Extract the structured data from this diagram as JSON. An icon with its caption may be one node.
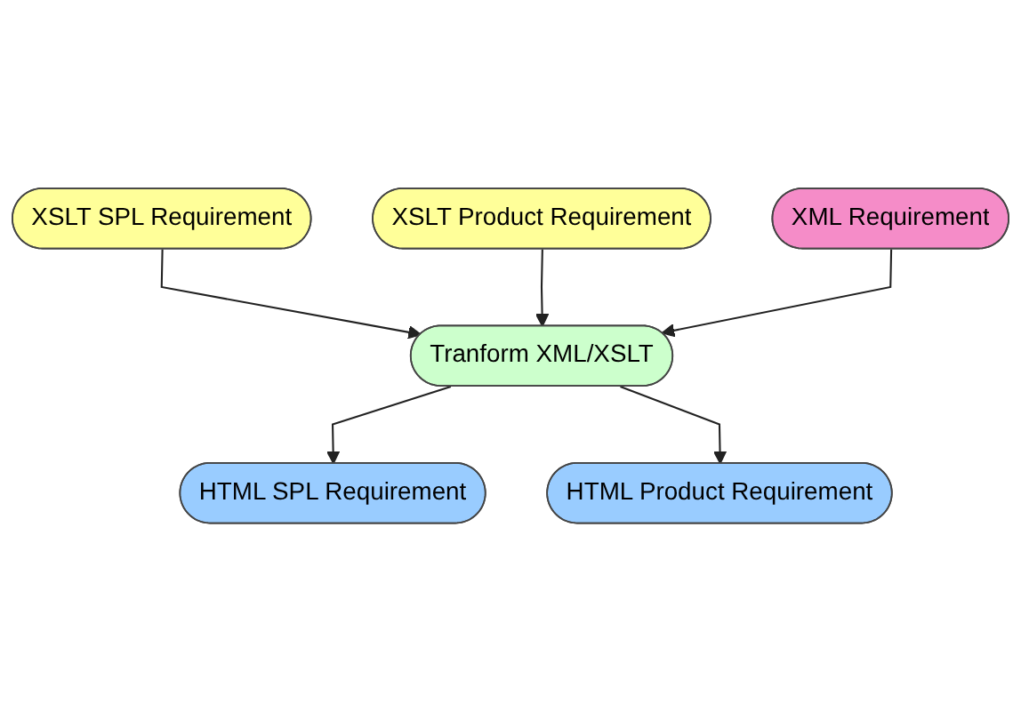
{
  "diagram": {
    "nodes": [
      {
        "text": [
          "XSLT SPL Requirement"
        ]
      },
      {
        "text": [
          "XSLT Product Requirement"
        ]
      },
      {
        "text": [
          "XML Requirement"
        ]
      },
      {
        "text": [
          "Tranform XML/XSLT"
        ]
      },
      {
        "text": [
          "HTML SPL Requirement"
        ]
      },
      {
        "text": [
          "HTML Product Requirement"
        ]
      }
    ],
    "edges": [
      {
        "from": 0,
        "to": 3,
        "arrow": "to"
      },
      {
        "from": 1,
        "to": 3,
        "arrow": "to"
      },
      {
        "from": 2,
        "to": 3,
        "arrow": "to"
      },
      {
        "from": 3,
        "to": 4,
        "arrow": "to"
      },
      {
        "from": 3,
        "to": 5,
        "arrow": "to"
      }
    ]
  }
}
